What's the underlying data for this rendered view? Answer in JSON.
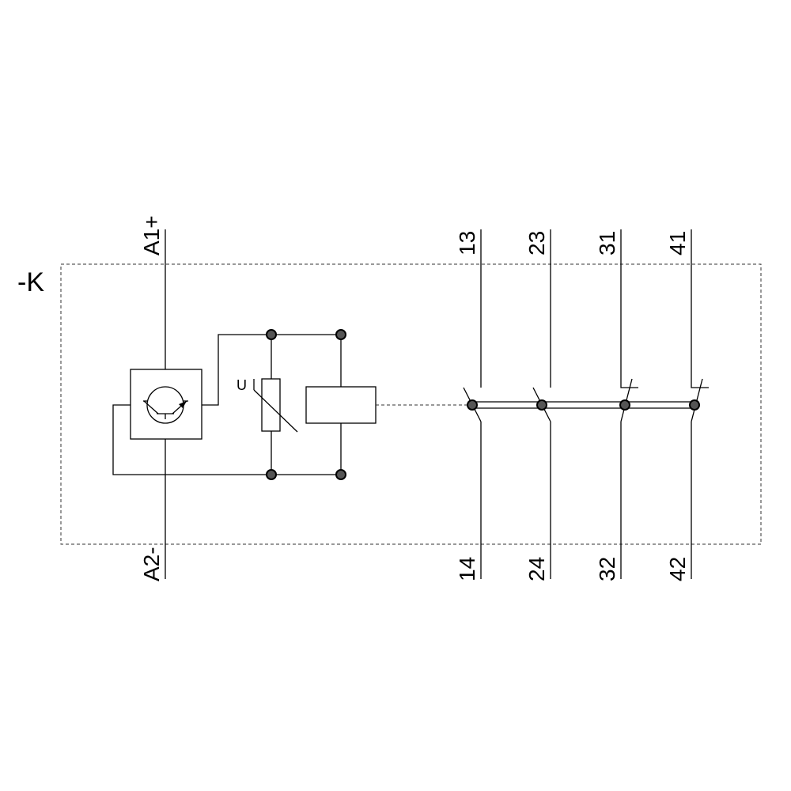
{
  "device_label": "-K",
  "varistor_label": "U",
  "coil_terminals": {
    "top": "A1+",
    "bottom": "A2-"
  },
  "contacts": [
    {
      "top": "13",
      "bottom": "14",
      "type": "NO"
    },
    {
      "top": "23",
      "bottom": "24",
      "type": "NO"
    },
    {
      "top": "31",
      "bottom": "32",
      "type": "NC"
    },
    {
      "top": "41",
      "bottom": "42",
      "type": "NC"
    }
  ]
}
